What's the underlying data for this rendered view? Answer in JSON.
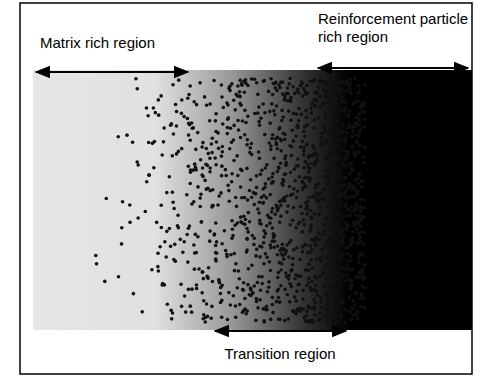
{
  "diagram": {
    "labels": [
      "Matrix rich region",
      "Reinforcement particle rich region",
      "Transition region"
    ]
  }
}
